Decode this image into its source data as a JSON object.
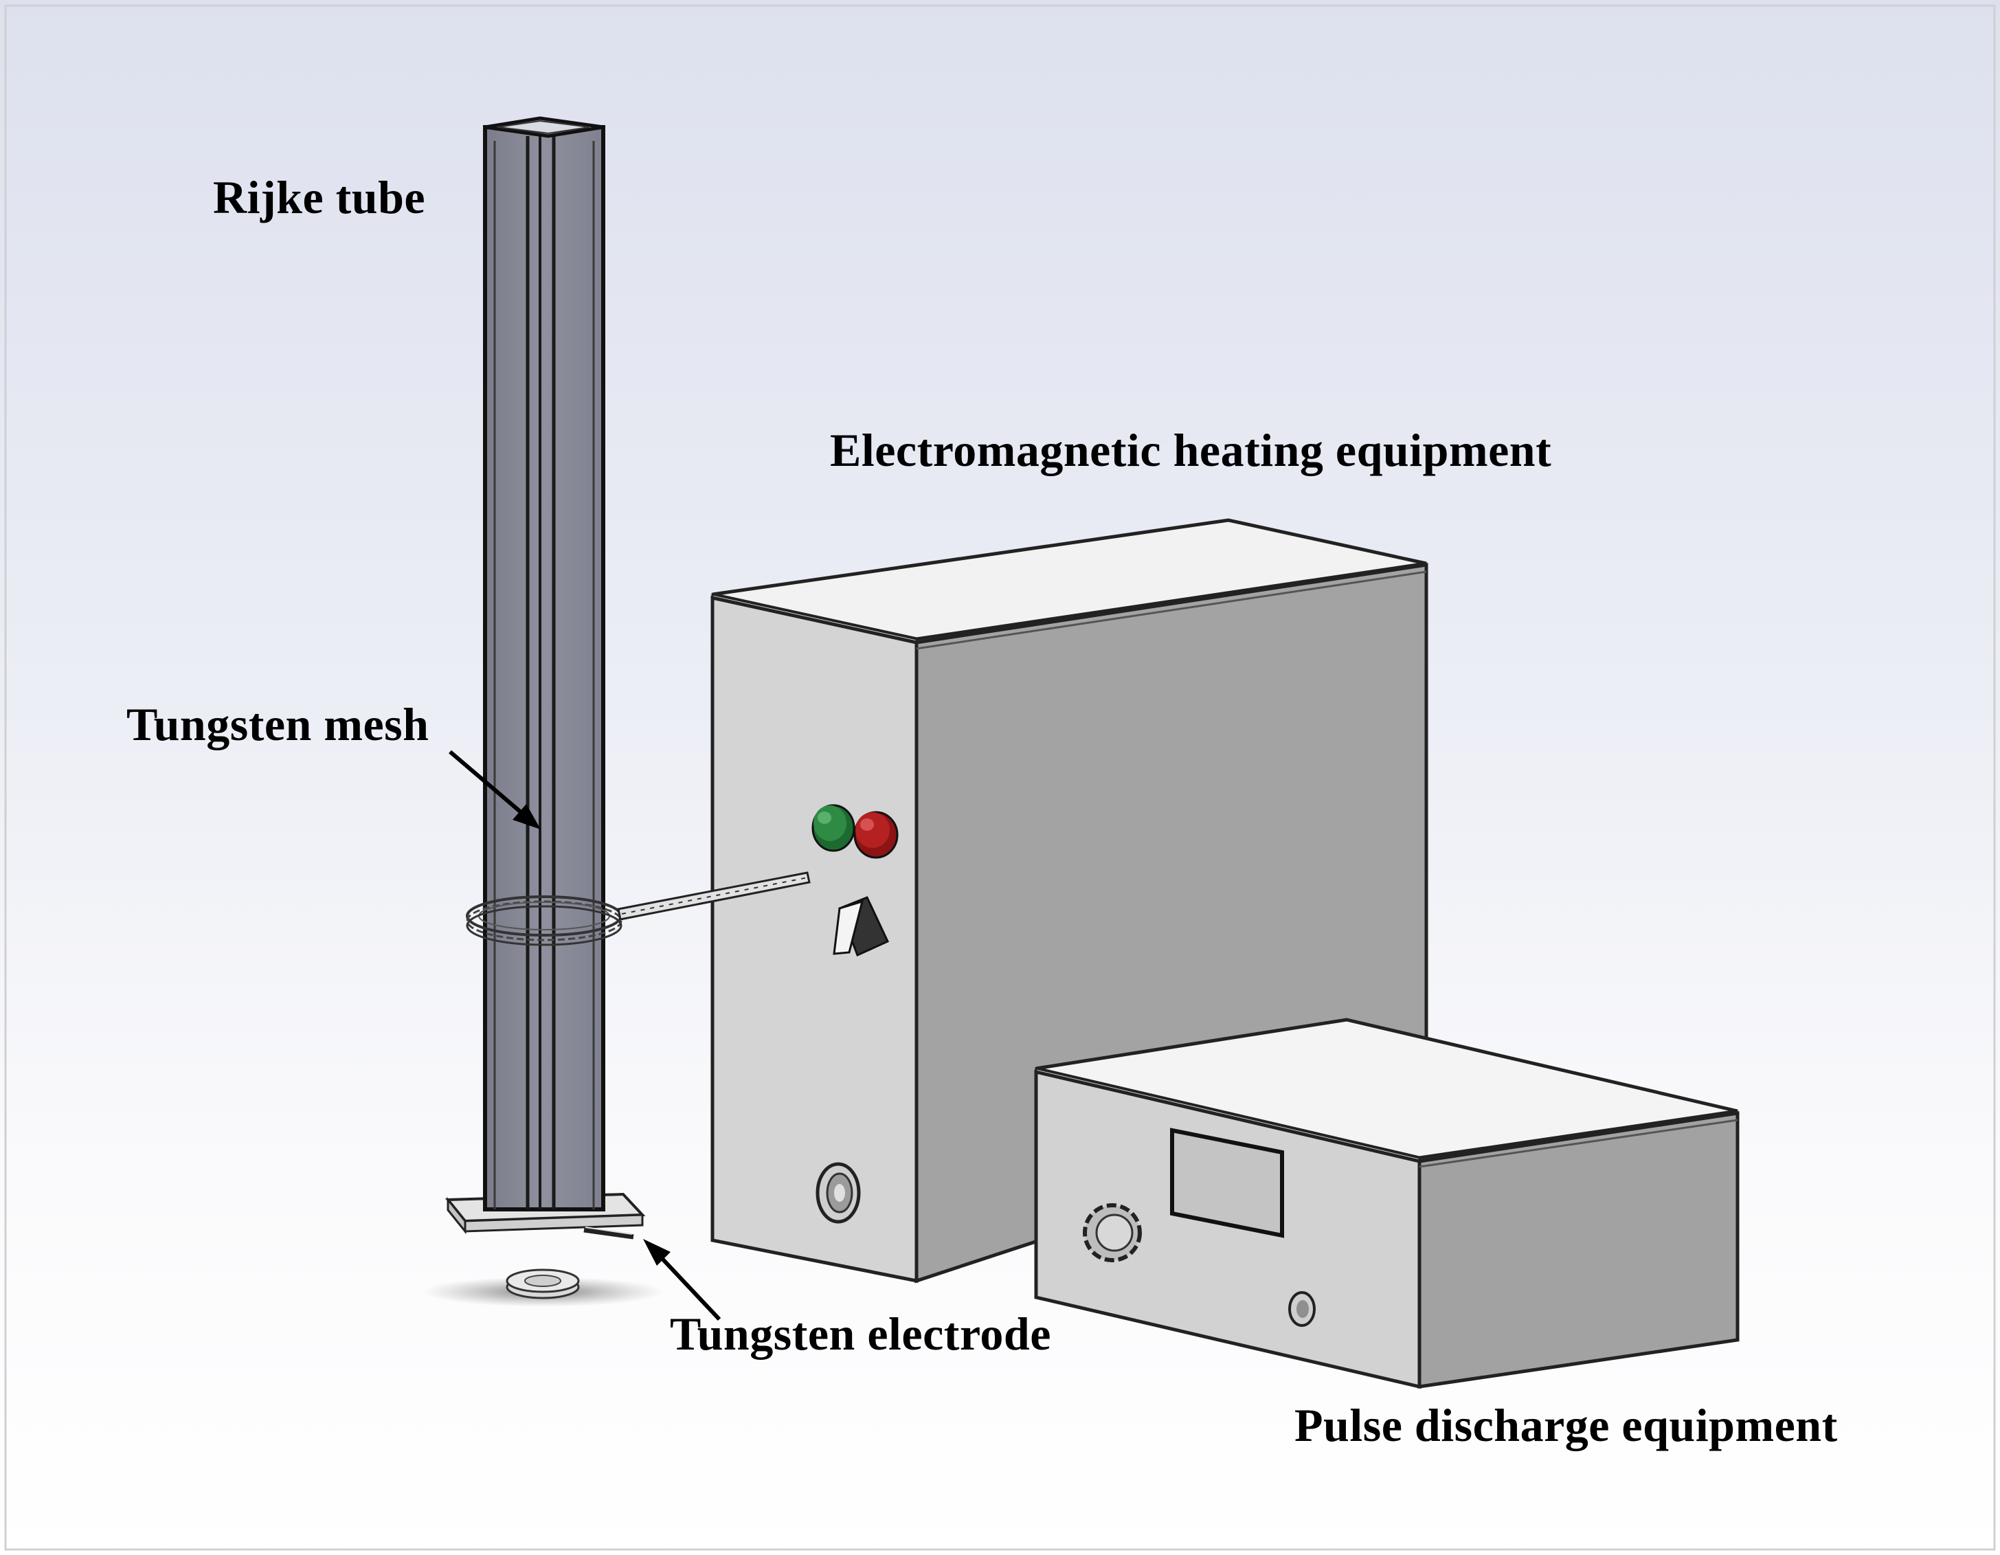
{
  "labels": {
    "rijke_tube": "Rijke tube",
    "electromagnetic_heating": "Electromagnetic heating equipment",
    "tungsten_mesh": "Tungsten mesh",
    "tungsten_electrode": "Tungsten electrode",
    "pulse_discharge": "Pulse discharge equipment"
  },
  "icons": [
    "green-button-icon",
    "red-button-icon",
    "rocker-switch-icon",
    "connector-icon",
    "knob-icon",
    "display-screen-icon"
  ],
  "colors": {
    "background_top": "#dfe3ef",
    "background_bottom": "#ffffff",
    "tube_glass": "#868897",
    "box_front": "#d6d6d6",
    "box_side": "#a4a4a4",
    "box_top": "#f3f3f3",
    "green_button": "#2f8a44",
    "red_button": "#b52020"
  }
}
